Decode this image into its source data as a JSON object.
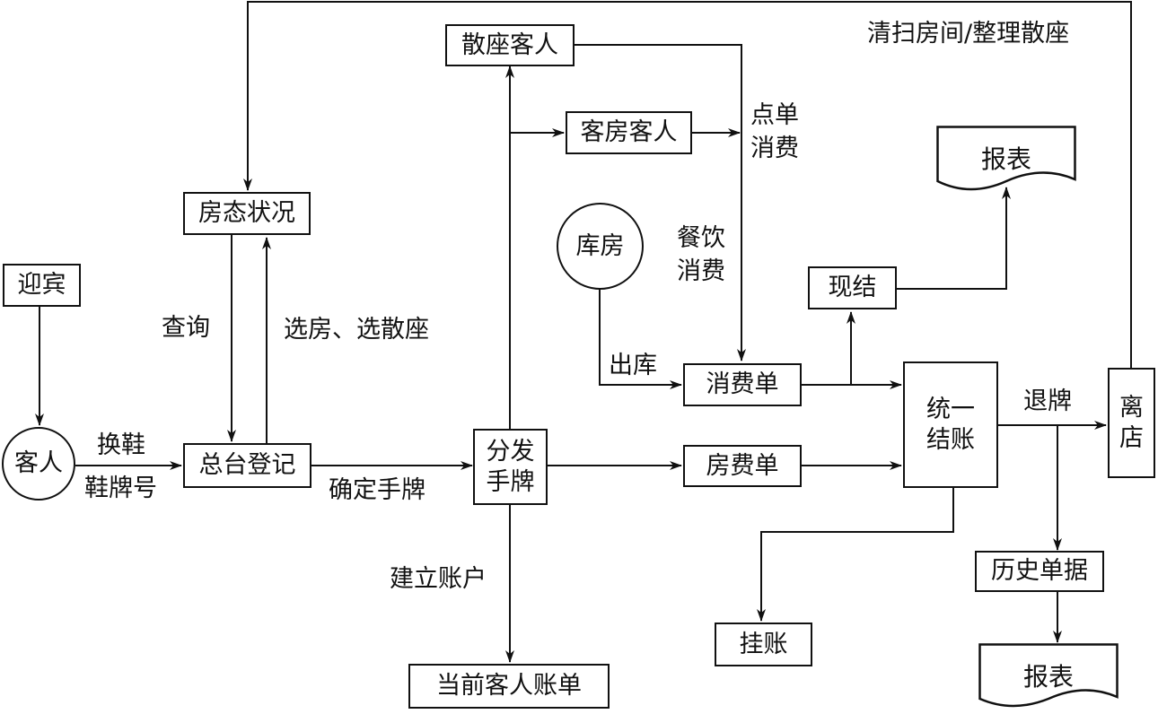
{
  "nodes": {
    "yingbin": "迎宾",
    "keren": "客人",
    "fangtai": "房态状况",
    "zongtai": "总台登记",
    "fenfa_line1": "分发",
    "fenfa_line2": "手牌",
    "sanzuo": "散座客人",
    "kefang": "客房客人",
    "kufang": "库房",
    "xiaofeidan": "消费单",
    "fangfeidan": "房费单",
    "xianjie": "现结",
    "baobiao_top": "报表",
    "tongyi_line1": "统一",
    "tongyi_line2": "结账",
    "lidian_line1": "离",
    "lidian_line2": "店",
    "guazhang": "挂账",
    "lishi": "历史单据",
    "baobiao_bottom": "报表",
    "dangqian": "当前客人账单"
  },
  "labels": {
    "huanxie": "换鞋",
    "xiepaihao": "鞋牌号",
    "chaxun": "查询",
    "xuanfang": "选房、选散座",
    "queding": "确定手牌",
    "jianli": "建立账户",
    "dian": "点单",
    "xiaofei1": "消费",
    "canyin": "餐饮",
    "xiaofei2": "消费",
    "chuku": "出库",
    "tuipai": "退牌",
    "qingsao": "清扫房间/整理散座"
  }
}
